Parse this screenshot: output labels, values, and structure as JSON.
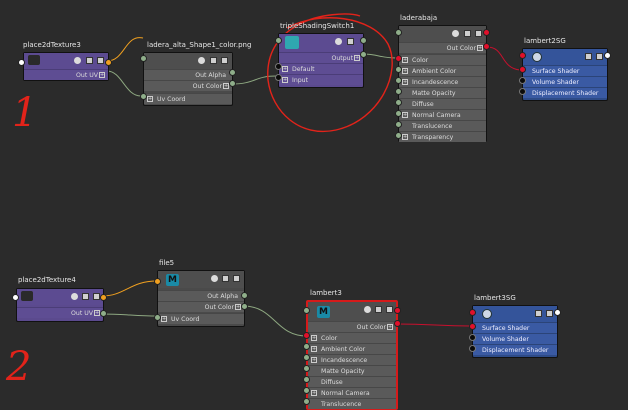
{
  "annotations": {
    "mark1": "1",
    "mark2": "2"
  },
  "colors": {
    "wire_green": "#8ea881",
    "wire_orange": "#f0a020",
    "wire_red": "#c8102e",
    "annotation_red": "#e2231a"
  },
  "graph1": {
    "place2d": {
      "title": "place2dTexture3",
      "out_uv": "Out UV"
    },
    "file": {
      "title": "ladera_alta_Shape1_color.png",
      "out_alpha": "Out Alpha",
      "out_color": "Out Color",
      "uv_coord": "Uv Coord"
    },
    "switch": {
      "title": "tripleShadingSwitch1",
      "output": "Output",
      "default": "Default",
      "input": "Input"
    },
    "lambert": {
      "title": "laderabaja",
      "out_color": "Out Color",
      "attrs": [
        "Color",
        "Ambient Color",
        "Incandescence",
        "Matte Opacity",
        "Diffuse",
        "Normal Camera",
        "Translucence",
        "Transparency"
      ]
    },
    "sg": {
      "title": "lambert2SG",
      "attrs": [
        "Surface Shader",
        "Volume Shader",
        "Displacement Shader"
      ]
    }
  },
  "graph2": {
    "place2d": {
      "title": "place2dTexture4",
      "out_uv": "Out UV"
    },
    "file": {
      "title": "file5",
      "icon_letter": "M",
      "out_alpha": "Out Alpha",
      "out_color": "Out Color",
      "uv_coord": "Uv Coord"
    },
    "lambert": {
      "title": "lambert3",
      "icon_letter": "M",
      "out_color": "Out Color",
      "attrs": [
        "Color",
        "Ambient Color",
        "Incandescence",
        "Matte Opacity",
        "Diffuse",
        "Normal Camera",
        "Translucence"
      ]
    },
    "sg": {
      "title": "lambert3SG",
      "attrs": [
        "Surface Shader",
        "Volume Shader",
        "Displacement Shader"
      ]
    }
  }
}
